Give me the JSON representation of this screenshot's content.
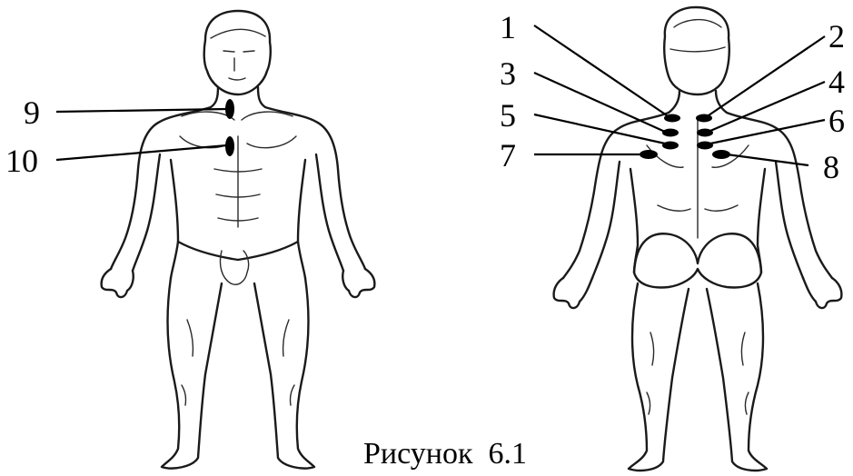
{
  "figure": {
    "caption": "Рисунок  6.1"
  },
  "points": [
    {
      "id": 1,
      "label": "1",
      "side": "back"
    },
    {
      "id": 2,
      "label": "2",
      "side": "back"
    },
    {
      "id": 3,
      "label": "3",
      "side": "back"
    },
    {
      "id": 4,
      "label": "4",
      "side": "back"
    },
    {
      "id": 5,
      "label": "5",
      "side": "back"
    },
    {
      "id": 6,
      "label": "6",
      "side": "back"
    },
    {
      "id": 7,
      "label": "7",
      "side": "back"
    },
    {
      "id": 8,
      "label": "8",
      "side": "back"
    },
    {
      "id": 9,
      "label": "9",
      "side": "front"
    },
    {
      "id": 10,
      "label": "10",
      "side": "front"
    }
  ],
  "colors": {
    "ink": "#000000",
    "background": "#ffffff"
  }
}
